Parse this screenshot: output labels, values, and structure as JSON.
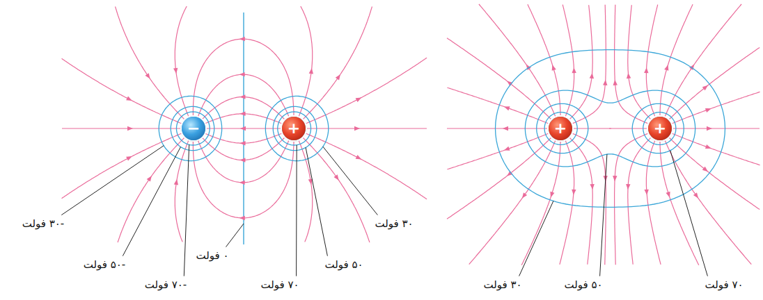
{
  "diagram": {
    "nodes": [
      {
        "text": [
          "−"
        ]
      },
      {
        "text": [
          "+"
        ]
      },
      {
        "text": [
          "+"
        ]
      },
      {
        "text": [
          "+"
        ]
      }
    ],
    "labels": [
      "-۳۰ فولت",
      "-۵۰ فولت",
      "-۷۰ فولت",
      "۰ فولت",
      "۷۰ فولت",
      "۵۰ فولت",
      "۳۰ فولت",
      "۳۰ فولت",
      "۵۰ فولت",
      "۷۰ فولت"
    ]
  }
}
